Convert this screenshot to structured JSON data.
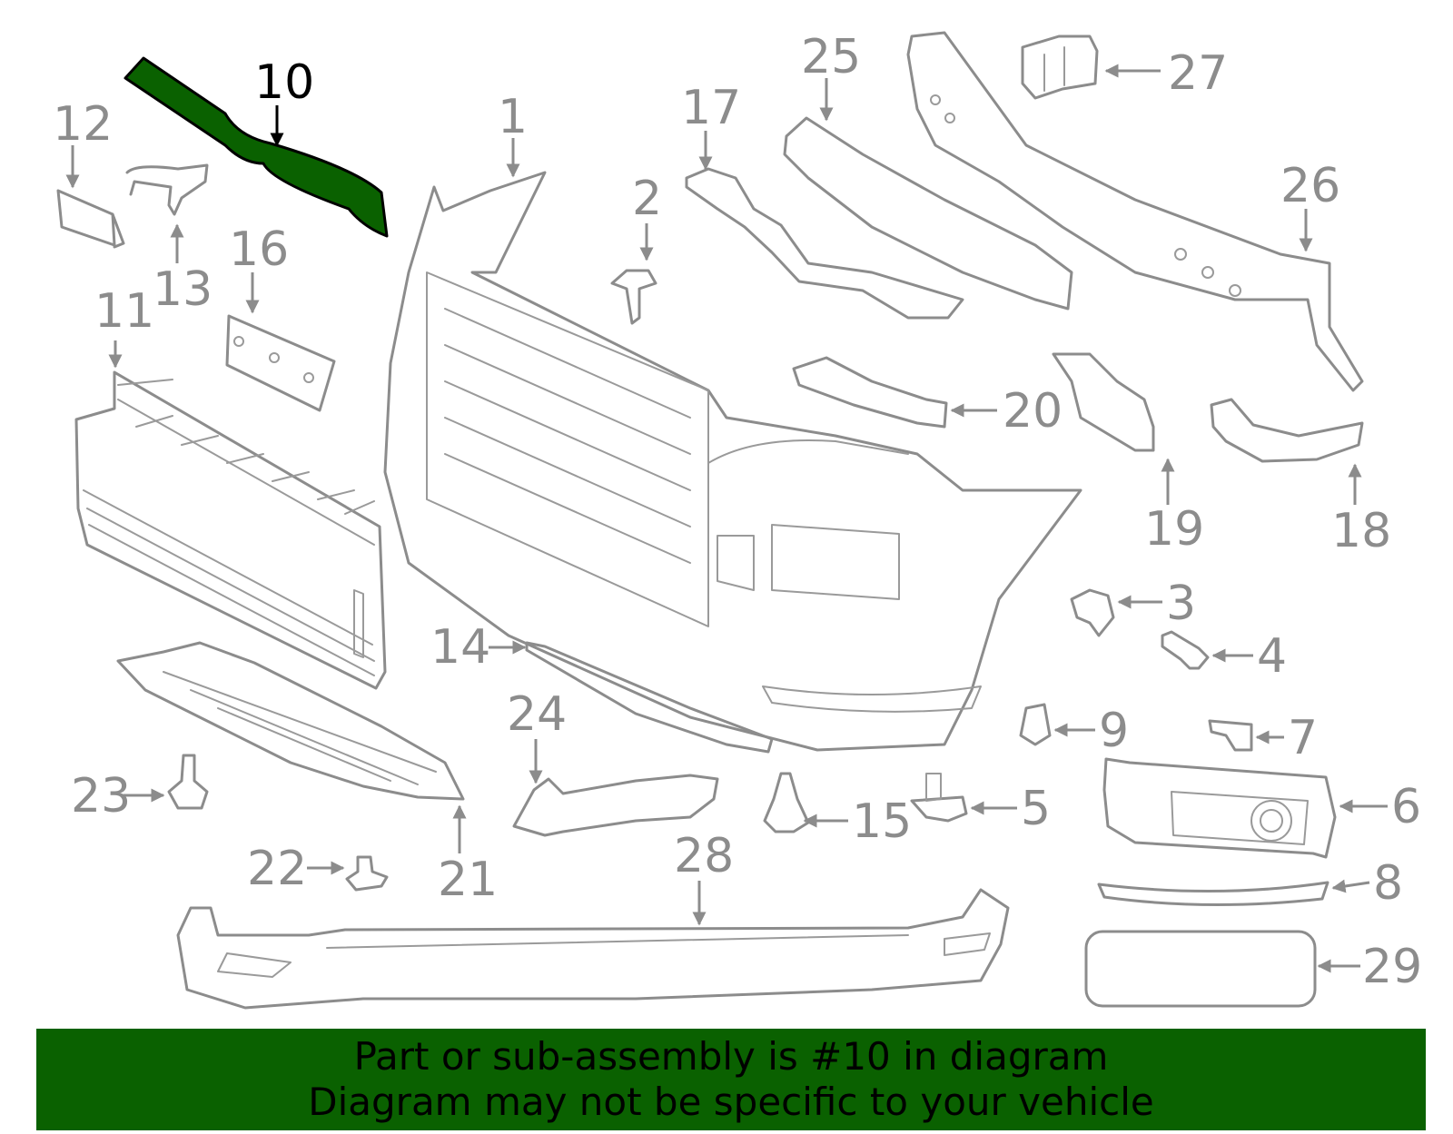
{
  "highlight_color": "#0a6100",
  "part_stroke_color": "#8c8c8c",
  "highlighted_part": "10",
  "callouts": {
    "c1": "1",
    "c2": "2",
    "c3": "3",
    "c4": "4",
    "c5": "5",
    "c6": "6",
    "c7": "7",
    "c8": "8",
    "c9": "9",
    "c10": "10",
    "c11": "11",
    "c12": "12",
    "c13": "13",
    "c14": "14",
    "c15": "15",
    "c16": "16",
    "c17": "17",
    "c18": "18",
    "c19": "19",
    "c20": "20",
    "c21": "21",
    "c22": "22",
    "c23": "23",
    "c24": "24",
    "c25": "25",
    "c26": "26",
    "c27": "27",
    "c28": "28",
    "c29": "29"
  },
  "banner": {
    "line1": "Part or sub-assembly is #10 in diagram",
    "line2": "Diagram may not be specific to your vehicle"
  }
}
